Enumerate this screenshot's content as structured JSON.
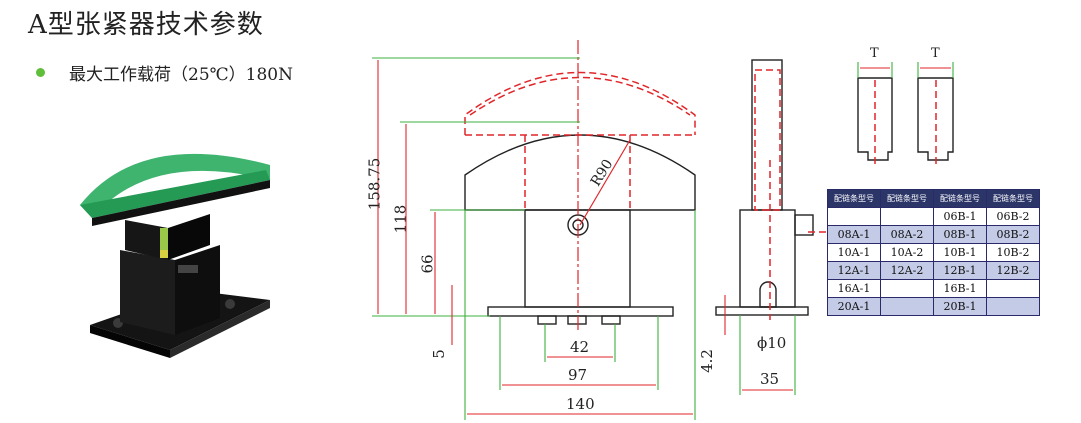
{
  "title": "A型张紧器技术参数",
  "spec": {
    "text": "最大工作载荷（25℃）180N"
  },
  "dimensions": {
    "total_height": "158.75",
    "height_118": "118",
    "height_66": "66",
    "base_5": "5",
    "radius": "R90",
    "width_42": "42",
    "width_97": "97",
    "width_140": "140",
    "side_4_2": "4.2",
    "diameter": "ϕ10",
    "side_35": "35",
    "t_label_1": "T",
    "t_label_2": "T"
  },
  "table": {
    "headers": [
      "配链条型号",
      "配链条型号",
      "配链条型号",
      "配链条型号"
    ],
    "rows": [
      [
        "",
        "",
        "06B-1",
        "06B-2"
      ],
      [
        "08A-1",
        "08A-2",
        "08B-1",
        "08B-2"
      ],
      [
        "10A-1",
        "10A-2",
        "10B-1",
        "10B-2"
      ],
      [
        "12A-1",
        "12A-2",
        "12B-1",
        "12B-2"
      ],
      [
        "16A-1",
        "",
        "16B-1",
        ""
      ],
      [
        "20A-1",
        "",
        "20B-1",
        ""
      ]
    ]
  },
  "colors": {
    "accent": "#5fbf3a",
    "product_top": "#3fb46e",
    "red_dash": "#e0262a",
    "dim_red": "#e0262a",
    "green_line": "#3db03d",
    "table_header": "#2b3568"
  }
}
